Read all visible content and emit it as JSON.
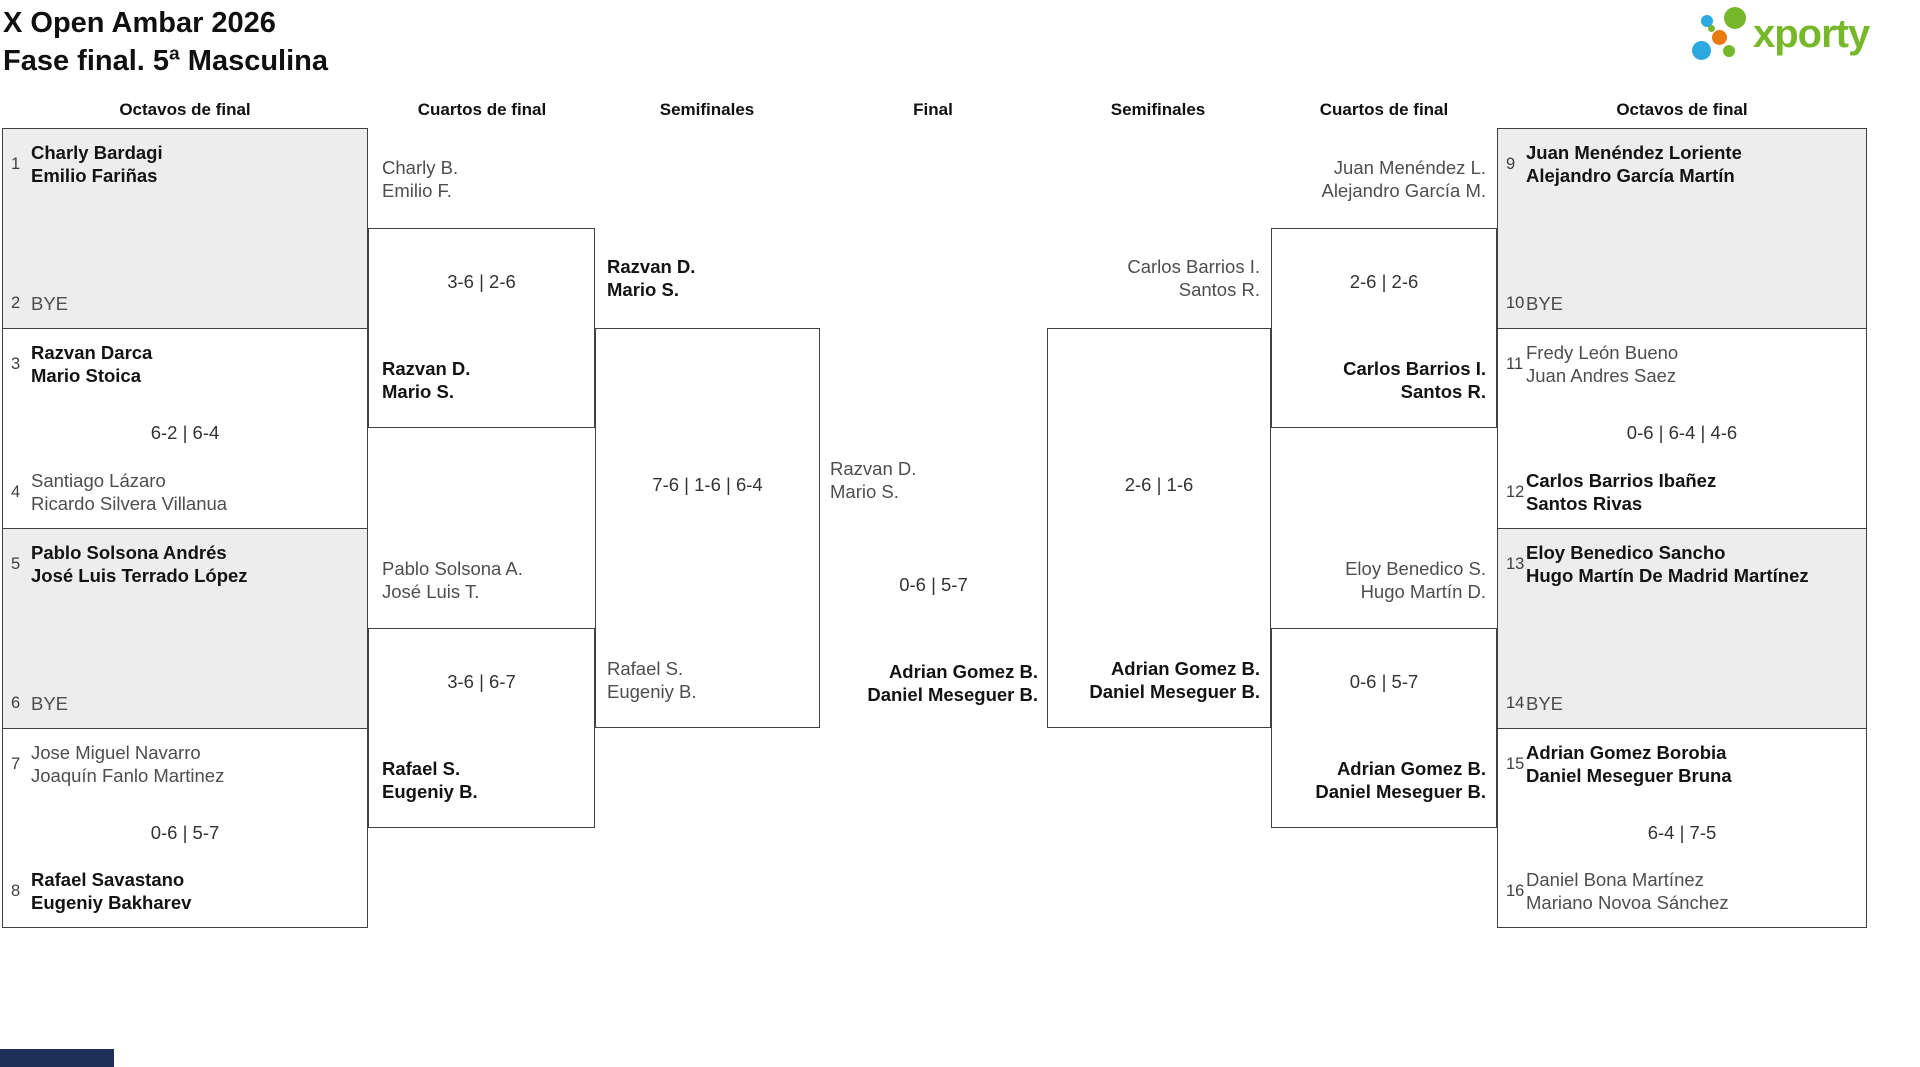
{
  "title": {
    "line1": "X Open Ambar 2026",
    "line2": "Fase final. 5ª Masculina"
  },
  "logo": {
    "wordmark": "xporty",
    "colors": {
      "green": "#76b82a",
      "blue": "#2ba9e0",
      "orange": "#e97911"
    }
  },
  "column_headers": [
    "Octavos de final",
    "Cuartos de final",
    "Semifinales",
    "Final",
    "Semifinales",
    "Cuartos de final",
    "Octavos de final"
  ],
  "colors": {
    "box_border": "#414141",
    "box_grey_fill": "#ededed",
    "winner_text": "#131313",
    "regular_text": "#4e4e4e",
    "score_text": "#333333",
    "footer_bar": "#1f3058"
  },
  "octavos_left": [
    {
      "seed_top": "1",
      "team_top": [
        "Charly Bardagi",
        "Emilio Fariñas"
      ],
      "seed_bottom": "2",
      "team_bottom": [
        "BYE"
      ]
    },
    {
      "seed_top": "3",
      "team_top": [
        "Razvan Darca",
        "Mario Stoica"
      ],
      "score": "6-2 | 6-4",
      "seed_bottom": "4",
      "team_bottom": [
        "Santiago Lázaro",
        "Ricardo Silvera Villanua"
      ]
    },
    {
      "seed_top": "5",
      "team_top": [
        "Pablo Solsona Andrés",
        "José Luis Terrado López"
      ],
      "seed_bottom": "6",
      "team_bottom": [
        "BYE"
      ]
    },
    {
      "seed_top": "7",
      "team_top": [
        "Jose Miguel Navarro",
        "Joaquín Fanlo Martinez"
      ],
      "score": "0-6 | 5-7",
      "seed_bottom": "8",
      "team_bottom": [
        "Rafael Savastano",
        "Eugeniy Bakharev"
      ]
    }
  ],
  "octavos_right": [
    {
      "seed_top": "9",
      "team_top": [
        "Juan Menéndez Loriente",
        "Alejandro García Martín"
      ],
      "seed_bottom": "10",
      "team_bottom": [
        "BYE"
      ]
    },
    {
      "seed_top": "11",
      "team_top": [
        "Fredy León Bueno",
        "Juan Andres Saez"
      ],
      "score": "0-6 | 6-4 | 4-6",
      "seed_bottom": "12",
      "team_bottom": [
        "Carlos Barrios Ibañez",
        "Santos Rivas"
      ]
    },
    {
      "seed_top": "13",
      "team_top": [
        "Eloy Benedico Sancho",
        "Hugo Martín De Madrid Martínez"
      ],
      "seed_bottom": "14",
      "team_bottom": [
        "BYE"
      ]
    },
    {
      "seed_top": "15",
      "team_top": [
        "Adrian Gomez Borobia",
        "Daniel Meseguer Bruna"
      ],
      "score": "6-4 | 7-5",
      "seed_bottom": "16",
      "team_bottom": [
        "Daniel Bona Martínez",
        "Mariano Novoa Sánchez"
      ]
    }
  ],
  "cuartos_left": [
    {
      "entrant": [
        "Charly B.",
        "Emilio F."
      ],
      "score": "3-6 | 2-6",
      "winner": [
        "Razvan D.",
        "Mario S."
      ]
    },
    {
      "entrant": [
        "Pablo Solsona A.",
        "José Luis T."
      ],
      "score": "3-6 | 6-7",
      "winner": [
        "Rafael S.",
        "Eugeniy B."
      ]
    }
  ],
  "cuartos_right": [
    {
      "entrant": [
        "Juan Menéndez L.",
        "Alejandro García M."
      ],
      "score": "2-6 | 2-6",
      "winner": [
        "Carlos Barrios I.",
        "Santos R."
      ]
    },
    {
      "entrant": [
        "Eloy Benedico S.",
        "Hugo Martín D."
      ],
      "score": "0-6 | 5-7",
      "winner": [
        "Adrian Gomez B.",
        "Daniel Meseguer B."
      ]
    }
  ],
  "semifinal_left": {
    "top": [
      "Razvan D.",
      "Mario S."
    ],
    "score": "7-6 | 1-6 | 6-4",
    "bottom": [
      "Rafael S.",
      "Eugeniy B."
    ]
  },
  "semifinal_right": {
    "top": [
      "Carlos Barrios I.",
      "Santos R."
    ],
    "score": "2-6 | 1-6",
    "bottom": [
      "Adrian Gomez B.",
      "Daniel Meseguer B."
    ]
  },
  "final": {
    "top": [
      "Razvan D.",
      "Mario S."
    ],
    "score": "0-6 | 5-7",
    "bottom": [
      "Adrian Gomez B.",
      "Daniel Meseguer B."
    ]
  }
}
